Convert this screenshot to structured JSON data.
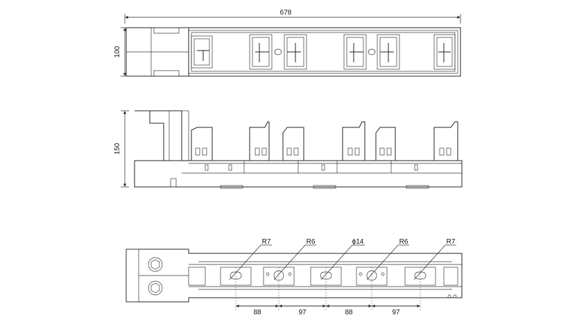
{
  "drawing": {
    "top_view": {
      "overall_width": "678",
      "height": "100"
    },
    "front_view": {
      "height": "150"
    },
    "bottom_view": {
      "radius_labels": [
        "R7",
        "R6",
        "ϕ14",
        "R6",
        "R7"
      ],
      "spacings": [
        "88",
        "97",
        "88",
        "97"
      ]
    }
  }
}
